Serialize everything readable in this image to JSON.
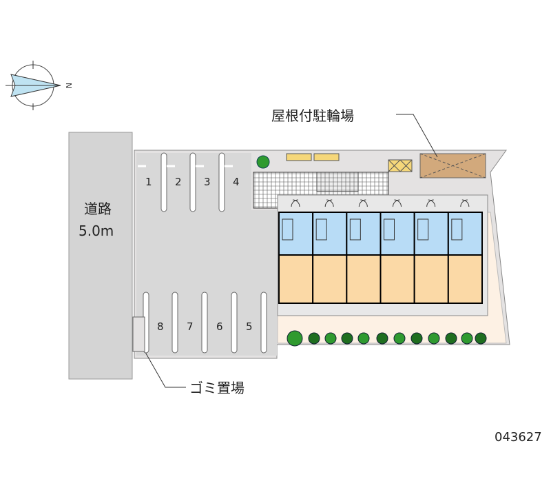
{
  "compass": {
    "north_label": "N"
  },
  "road": {
    "name": "道路",
    "width": "5.0m"
  },
  "parking": {
    "spaces": [
      "1",
      "2",
      "3",
      "4",
      "5",
      "6",
      "7",
      "8"
    ]
  },
  "labels": {
    "bicycle_parking": "屋根付駐輪場",
    "garbage_area": "ゴミ置場"
  },
  "property_id": "043627",
  "building": {
    "unit_count": 6
  },
  "colors": {
    "road": "#d4d4d4",
    "lot": "#e4e2e2",
    "parking": "#d8d8d8",
    "wet_area": "#b8dcf6",
    "room": "#fbd9a6",
    "garden": "#fdf1e4",
    "bike_roof": "#d2a97c",
    "tree": "#2f9a2f"
  }
}
